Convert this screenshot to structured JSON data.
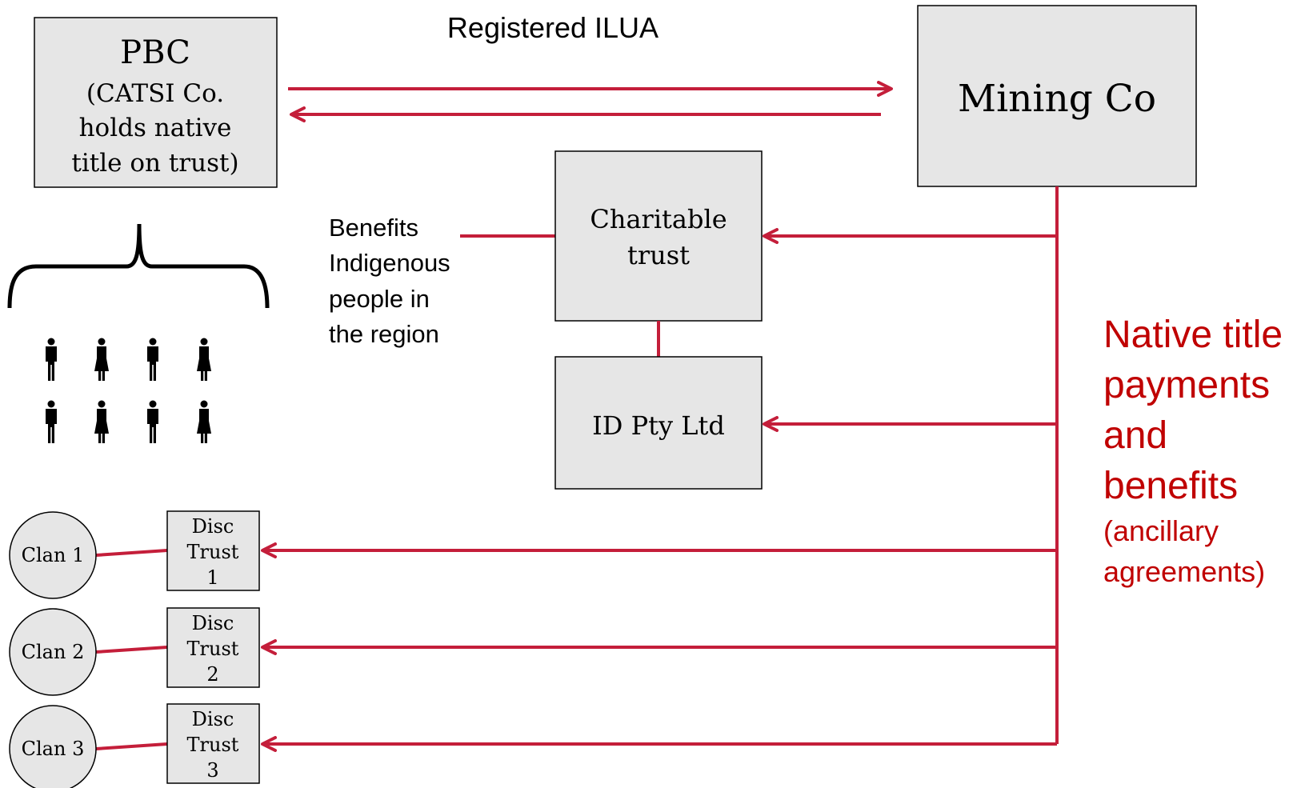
{
  "arrow_color": "#c41e3a",
  "box_fill": "#e6e6e6",
  "red_text_color": "#c00000",
  "ilua_label": "Registered ILUA",
  "pbc": {
    "title": "PBC",
    "lines": [
      "(CATSI Co.",
      "holds native",
      "title on trust)"
    ]
  },
  "mining": {
    "label": "Mining Co"
  },
  "charitable": {
    "lines": [
      "Charitable",
      "trust"
    ]
  },
  "idpty": {
    "label": "ID Pty Ltd"
  },
  "benefits": {
    "lines": [
      "Benefits",
      "Indigenous",
      "people in",
      "the region"
    ]
  },
  "payments": {
    "lines": [
      "Native title",
      "payments",
      "and",
      "benefits"
    ],
    "sub_lines": [
      "(ancillary",
      "agreements)"
    ]
  },
  "clans": [
    {
      "name": "Clan 1",
      "trust_lines": [
        "Disc",
        "Trust",
        "1"
      ]
    },
    {
      "name": "Clan 2",
      "trust_lines": [
        "Disc",
        "Trust",
        "2"
      ]
    },
    {
      "name": "Clan 3",
      "trust_lines": [
        "Disc",
        "Trust",
        "3"
      ]
    }
  ],
  "people_icons": [
    "male-person-icon",
    "female-person-icon",
    "male-person-icon",
    "female-person-icon",
    "male-person-icon",
    "female-person-icon",
    "male-person-icon",
    "female-person-icon"
  ]
}
